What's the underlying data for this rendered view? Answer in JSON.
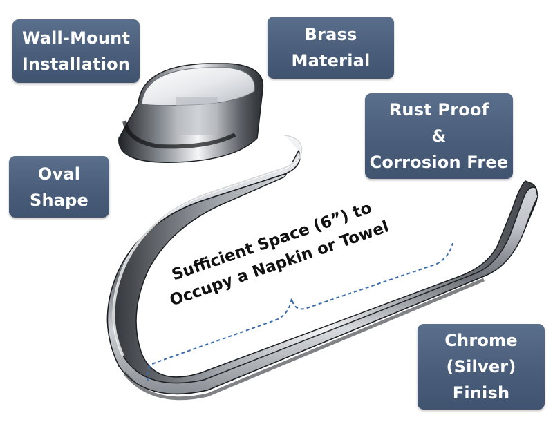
{
  "labels": {
    "wall_mount": [
      "Wall-Mount",
      "Installation"
    ],
    "brass": [
      "Brass",
      "Material"
    ],
    "rust": [
      "Rust Proof",
      "&",
      "Corrosion Free"
    ],
    "oval": [
      "Oval",
      "Shape"
    ],
    "chrome": [
      "Chrome",
      "(Silver)",
      "Finish"
    ]
  },
  "annotation": [
    "Sufficient Space (6”) to",
    "Occupy a Napkin or Towel"
  ],
  "colors": {
    "label_bg": "#4a5e7b",
    "label_text": "#ffffff",
    "chrome": "#c9ccd1",
    "bracket": "#3a6db0"
  }
}
